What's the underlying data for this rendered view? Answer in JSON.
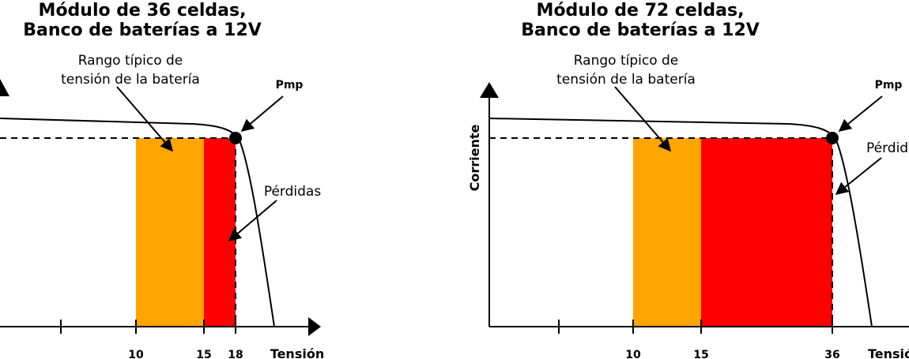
{
  "colors": {
    "typical_range": "#ffa500",
    "losses": "#ff0000",
    "curve": "#000000"
  },
  "panels": [
    {
      "title_line1": "Módulo de 36 celdas,",
      "title_line2": "Banco de baterías a 12V",
      "range_label_line1": "Rango típico de",
      "range_label_line2": "tensión de la batería",
      "pmp_label": "Pmp",
      "losses_label": "Pérdidas",
      "x_axis_label": "Tensión",
      "y_axis_label": "",
      "ticks": [
        "10",
        "15",
        "18"
      ]
    },
    {
      "title_line1": "Módulo de 72 celdas,",
      "title_line2": "Banco de baterías a 12V",
      "range_label_line1": "Rango típico de",
      "range_label_line2": "tensión de la batería",
      "pmp_label": "Pmp",
      "losses_label": "Pérdidas",
      "x_axis_label": "Tensión",
      "y_axis_label": "Corriente",
      "ticks": [
        "10",
        "15",
        "36"
      ]
    }
  ]
}
